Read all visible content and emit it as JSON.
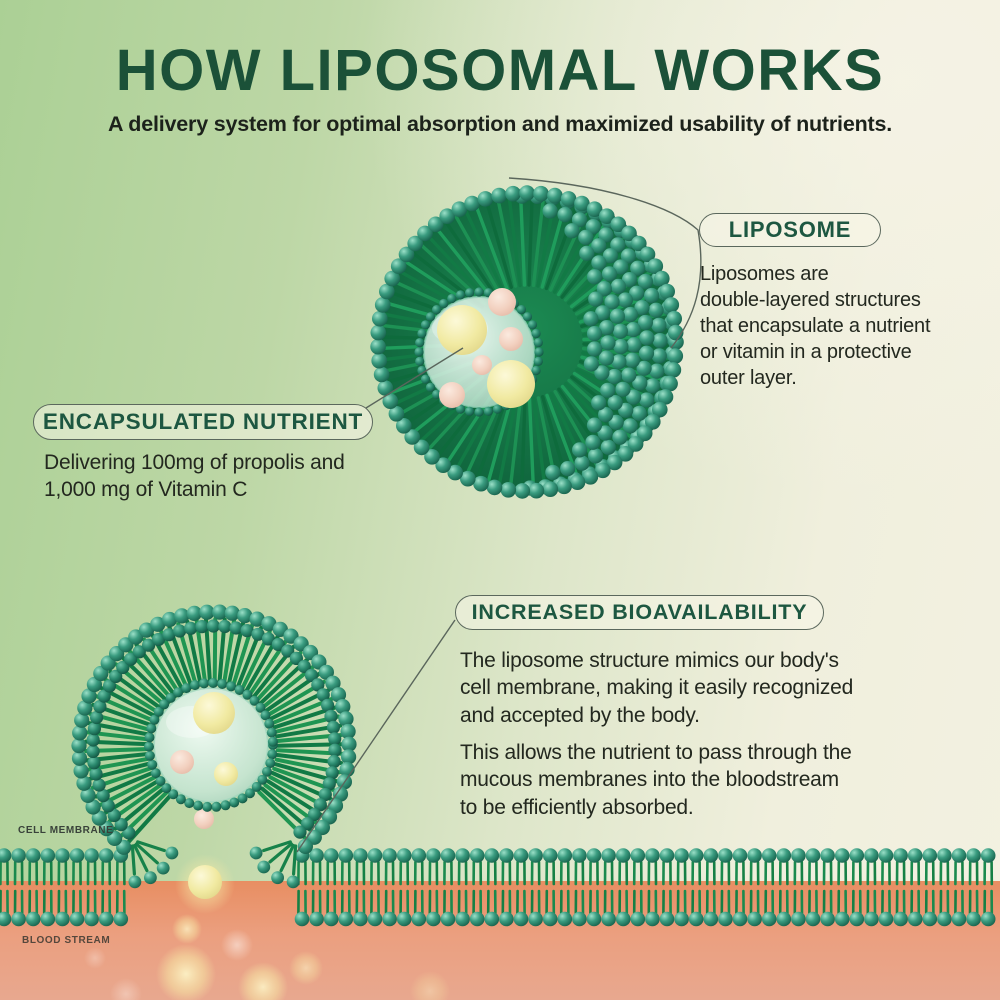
{
  "header": {
    "title": "HOW LIPOSOMAL WORKS",
    "subtitle": "A delivery system for optimal absorption and maximized usability of nutrients."
  },
  "liposome": {
    "label": "LIPOSOME",
    "description": "Liposomes are\ndouble-layered structures\nthat encapsulate a nutrient\nor vitamin in a protective\nouter layer."
  },
  "encapsulated_nutrient": {
    "label": "ENCAPSULATED NUTRIENT",
    "description": "Delivering 100mg of propolis and\n1,000 mg of Vitamin C"
  },
  "increased_bioavailability": {
    "label": "INCREASED BIOAVAILABILITY",
    "paragraph1": "The liposome structure mimics our body's\ncell membrane, making it easily recognized\nand accepted by the body.",
    "paragraph2": "This allows the nutrient to pass through the\nmucous membranes into the bloodstream\nto be efficiently absorbed."
  },
  "scene_labels": {
    "cell_membrane": "CELL MEMBRANE",
    "blood_stream": "BLOOD STREAM"
  },
  "colors": {
    "title_green": "#1b5138",
    "pill_text_green": "#1d5741",
    "body_text": "#23281f",
    "bead_teal": "#2f8f75",
    "tail_green": "#1a8a4e",
    "blood_salmon": "#e8946b",
    "background_green": "#abd095",
    "background_cream": "#f2f0df"
  }
}
